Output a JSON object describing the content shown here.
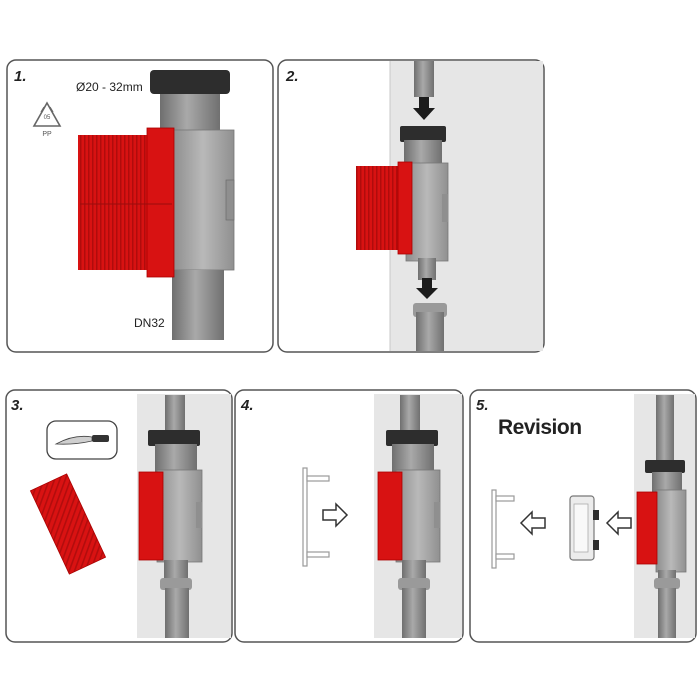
{
  "steps": [
    {
      "number": "1."
    },
    {
      "number": "2."
    },
    {
      "number": "3."
    },
    {
      "number": "4."
    },
    {
      "number": "5.",
      "title": "Revision"
    }
  ],
  "labels": {
    "diameter": "Ø20 - 32mm",
    "nominal_size": "DN32"
  },
  "recycle_symbol": {
    "code": "05",
    "material": "PP"
  },
  "colors": {
    "accent_red": "#e01010",
    "pipe_gray": "#8a8a8a",
    "body_gray": "#a8a8a8",
    "seal_black": "#2a2a2a",
    "wall_gray": "#e3e3e3",
    "frame": "#555555"
  },
  "icons": [
    "recycle-pp-icon",
    "knife-icon",
    "arrow-down-icon",
    "arrow-right-icon",
    "arrow-left-icon"
  ]
}
